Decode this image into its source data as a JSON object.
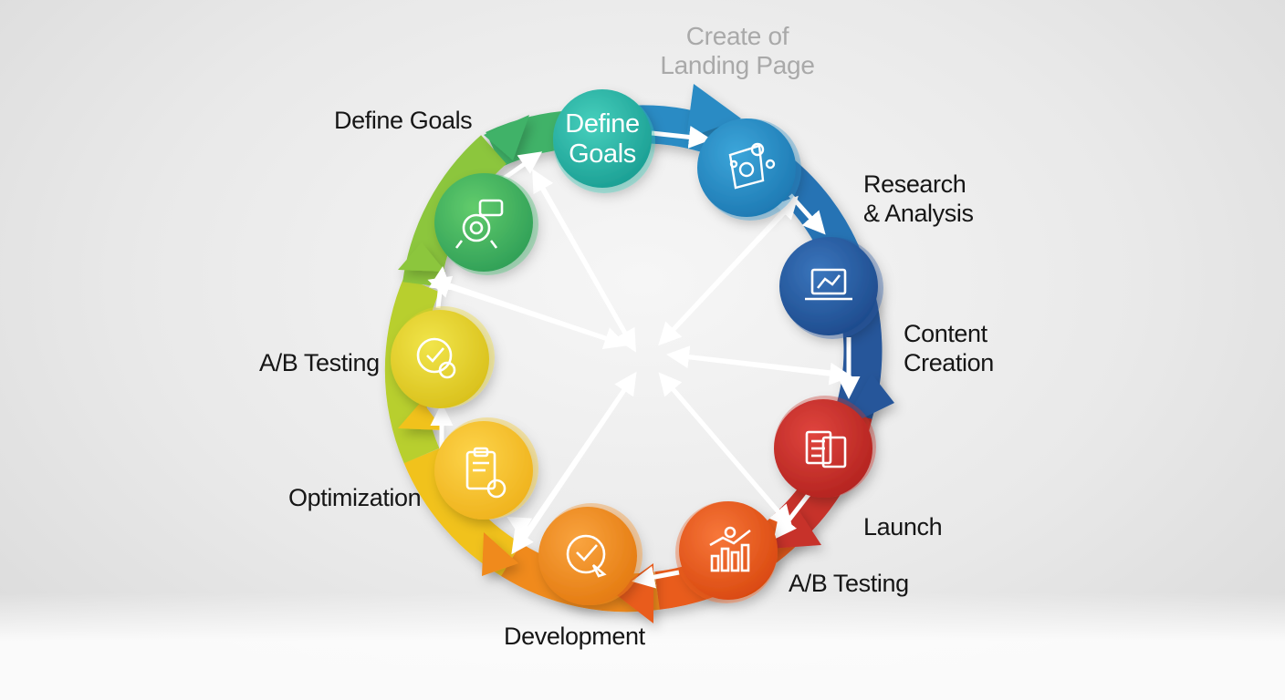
{
  "title": {
    "line1": "Create  of",
    "line2": "Landing Page"
  },
  "center_node": {
    "line1": "Define",
    "line2": "Goals"
  },
  "labels": {
    "define_goals": "Define Goals",
    "research": {
      "line1": "Research",
      "line2": "& Analysis"
    },
    "content": {
      "line1": "Content",
      "line2": "Creation"
    },
    "launch": "Launch",
    "ab_testing_right": "A/B Testing",
    "development": "Development",
    "optimization": "Optimization",
    "ab_testing_left": "A/B Testing"
  },
  "icons": [
    "target-chat-icon",
    "strategy-network-icon",
    "laptop-chart-icon",
    "documents-icon",
    "growth-chart-icon",
    "check-cursor-icon",
    "clipboard-gear-icon",
    "badge-check-icon"
  ],
  "colors": {
    "teal": "#27b6a6",
    "blue": "#2a8bc4",
    "navy": "#25569a",
    "red": "#c7302c",
    "orange": "#e95b1e",
    "amber": "#f08a1c",
    "yellow": "#f1c21a",
    "lime": "#8cc63e",
    "green": "#3fb267"
  }
}
